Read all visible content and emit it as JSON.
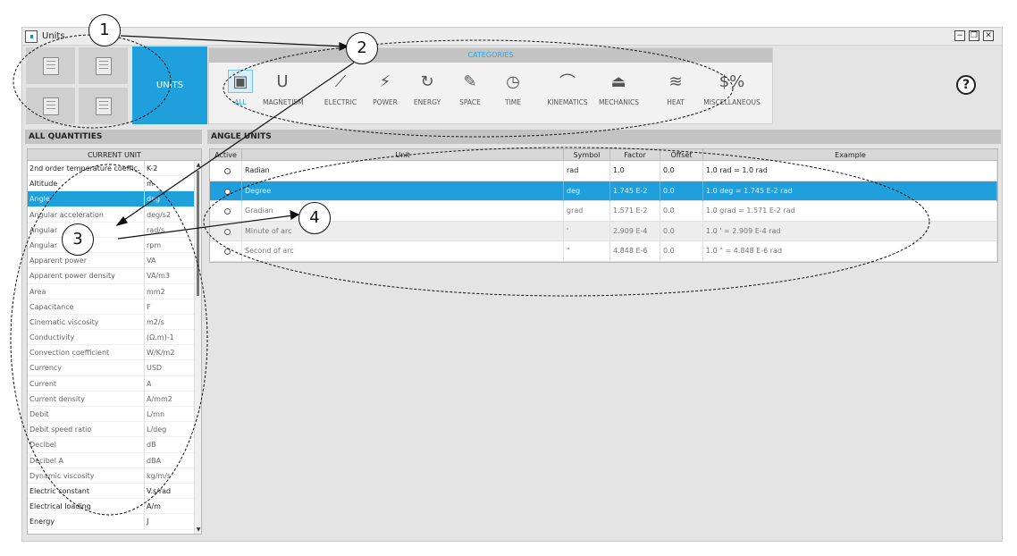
{
  "window": {
    "title": "Units",
    "controls": [
      "−",
      "❐",
      "✕"
    ]
  },
  "tiles": {
    "units_label": "UNITS"
  },
  "categories": {
    "header": "CATEGORIES",
    "items": [
      {
        "label": "ALL",
        "icon": "all-units-icon",
        "glyph": "▣"
      },
      {
        "label": "MAGNETISM",
        "icon": "magnet-icon",
        "glyph": "Ս"
      },
      {
        "label": "ELECTRIC",
        "icon": "resistor-icon",
        "glyph": "⟋"
      },
      {
        "label": "POWER",
        "icon": "plug-icon",
        "glyph": "⚡"
      },
      {
        "label": "ENERGY",
        "icon": "energy-icon",
        "glyph": "↻"
      },
      {
        "label": "SPACE",
        "icon": "space-icon",
        "glyph": "✎"
      },
      {
        "label": "TIME",
        "icon": "stopwatch-icon",
        "glyph": "◷"
      },
      {
        "label": "KINEMATICS",
        "icon": "gauge-icon",
        "glyph": "⌒"
      },
      {
        "label": "MECHANICS",
        "icon": "weight-icon",
        "glyph": "⏏"
      },
      {
        "label": "HEAT",
        "icon": "heat-icon",
        "glyph": "≋"
      },
      {
        "label": "MISCELLANEOUS",
        "icon": "money-bag-icon",
        "glyph": "$%"
      }
    ],
    "selected": "ALL"
  },
  "help": {
    "label": "?"
  },
  "quantities": {
    "section_title": "ALL QUANTITIES",
    "column_header": "CURRENT UNIT",
    "rows": [
      {
        "name": "2nd order temperature coeffic...",
        "unit": "K-2"
      },
      {
        "name": "Altitude",
        "unit": "m"
      },
      {
        "name": "Angle",
        "unit": "deg"
      },
      {
        "name": "Angular acceleration",
        "unit": "deg/s2"
      },
      {
        "name": "Angular",
        "unit": "rad/s"
      },
      {
        "name": "Angular",
        "unit": "rpm"
      },
      {
        "name": "Apparent power",
        "unit": "VA"
      },
      {
        "name": "Apparent power density",
        "unit": "VA/m3"
      },
      {
        "name": "Area",
        "unit": "mm2"
      },
      {
        "name": "Capacitance",
        "unit": "F"
      },
      {
        "name": "Cinematic viscosity",
        "unit": "m2/s"
      },
      {
        "name": "Conductivity",
        "unit": "(Ω.m)-1"
      },
      {
        "name": "Convection coefficient",
        "unit": "W/K/m2"
      },
      {
        "name": "Currency",
        "unit": "USD"
      },
      {
        "name": "Current",
        "unit": "A"
      },
      {
        "name": "Current density",
        "unit": "A/mm2"
      },
      {
        "name": "Debit",
        "unit": "L/mn"
      },
      {
        "name": "Debit speed ratio",
        "unit": "L/deg"
      },
      {
        "name": "Decibel",
        "unit": "dB"
      },
      {
        "name": "Decibel A",
        "unit": "dBA"
      },
      {
        "name": "Dynamic viscosity",
        "unit": "kg/m/s"
      },
      {
        "name": "Electric constant",
        "unit": "V.s/rad"
      },
      {
        "name": "Electrical loading",
        "unit": "A/m"
      },
      {
        "name": "Energy",
        "unit": "J"
      }
    ],
    "selected": "Angle"
  },
  "angle_units": {
    "section_title": "ANGLE UNITS",
    "columns": [
      "Active",
      "Unit",
      "Symbol",
      "Factor",
      "Offset",
      "Example"
    ],
    "rows": [
      {
        "unit": "Radian",
        "symbol": "rad",
        "factor": "1.0",
        "offset": "0.0",
        "example": "1.0 rad = 1.0 rad"
      },
      {
        "unit": "Degree",
        "symbol": "deg",
        "factor": "1.745 E-2",
        "offset": "0.0",
        "example": "1.0 deg = 1.745 E-2 rad"
      },
      {
        "unit": "Gradian",
        "symbol": "grad",
        "factor": "1.571 E-2",
        "offset": "0.0",
        "example": "1.0 grad = 1.571 E-2 rad"
      },
      {
        "unit": "Minute of arc",
        "symbol": "'",
        "factor": "2.909 E-4",
        "offset": "0.0",
        "example": "1.0 ' = 2.909 E-4 rad"
      },
      {
        "unit": "Second of arc",
        "symbol": "\"",
        "factor": "4.848 E-6",
        "offset": "0.0",
        "example": "1.0 \" = 4.848 E-6 rad"
      }
    ],
    "selected": "Degree"
  },
  "callouts": [
    "1",
    "2",
    "3",
    "4"
  ]
}
